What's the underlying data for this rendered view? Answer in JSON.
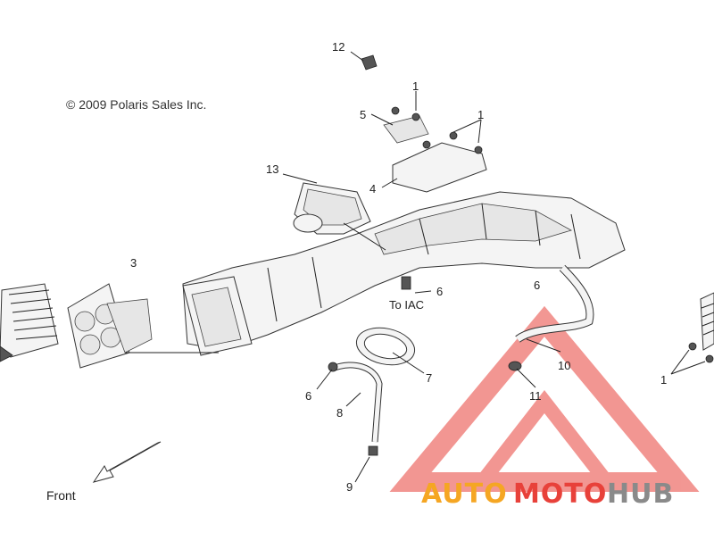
{
  "copyright": "© 2009 Polaris Sales Inc.",
  "callouts": [
    {
      "id": "c12",
      "text": "12"
    },
    {
      "id": "c1a",
      "text": "1"
    },
    {
      "id": "c5",
      "text": "5"
    },
    {
      "id": "c1b",
      "text": "1"
    },
    {
      "id": "c4",
      "text": "4"
    },
    {
      "id": "c13",
      "text": "13"
    },
    {
      "id": "c3",
      "text": "3"
    },
    {
      "id": "c6a",
      "text": "6"
    },
    {
      "id": "c6b",
      "text": "6"
    },
    {
      "id": "c6c",
      "text": "6"
    },
    {
      "id": "c7",
      "text": "7"
    },
    {
      "id": "c8",
      "text": "8"
    },
    {
      "id": "c9",
      "text": "9"
    },
    {
      "id": "c10",
      "text": "10"
    },
    {
      "id": "c11",
      "text": "11"
    },
    {
      "id": "c1c",
      "text": "1"
    }
  ],
  "annotations": {
    "to_iac": "To IAC",
    "front": "Front"
  },
  "watermark": {
    "auto": "AUTO",
    "moto": "MOTO",
    "hub": "HUB",
    "color_red": "#e8413a",
    "color_orange": "#f5a623",
    "color_gray": "#8a8a8a"
  }
}
